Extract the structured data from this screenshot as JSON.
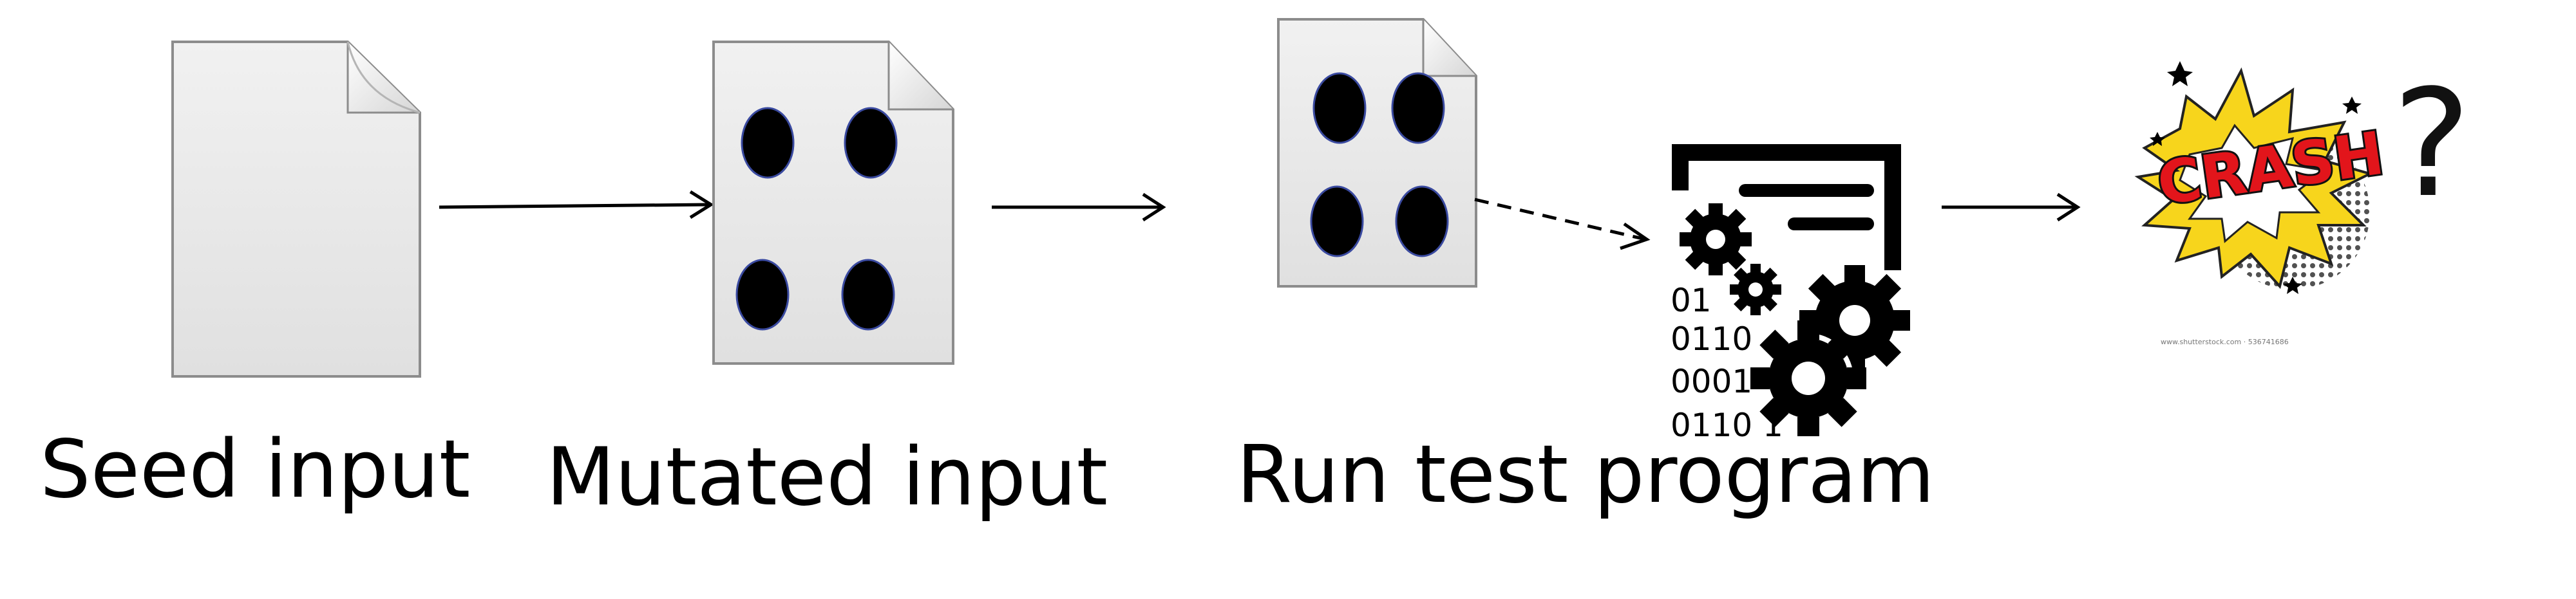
{
  "captions": {
    "seed": "Seed input",
    "mutated": "Mutated input",
    "run": "Run test program"
  },
  "binary_lines": [
    "01",
    "0110",
    "0001",
    "0110 1"
  ],
  "crash": {
    "label": "CRASH",
    "question": "?",
    "watermark": "www.shutterstock.com · 536741686"
  },
  "icons": {
    "seed_doc": "blank-document-icon",
    "mutated_doc": "mutated-document-icon",
    "run_doc": "mutated-document-icon",
    "program": "program-gears-icon",
    "crash": "crash-burst-icon"
  },
  "colors": {
    "page_fill": "#ececec",
    "page_stroke": "#8c8c8c",
    "dot_fill": "#000000",
    "dot_stroke": "#3a4aa0",
    "burst_yellow": "#f7d51c",
    "crash_red": "#e2151b"
  }
}
